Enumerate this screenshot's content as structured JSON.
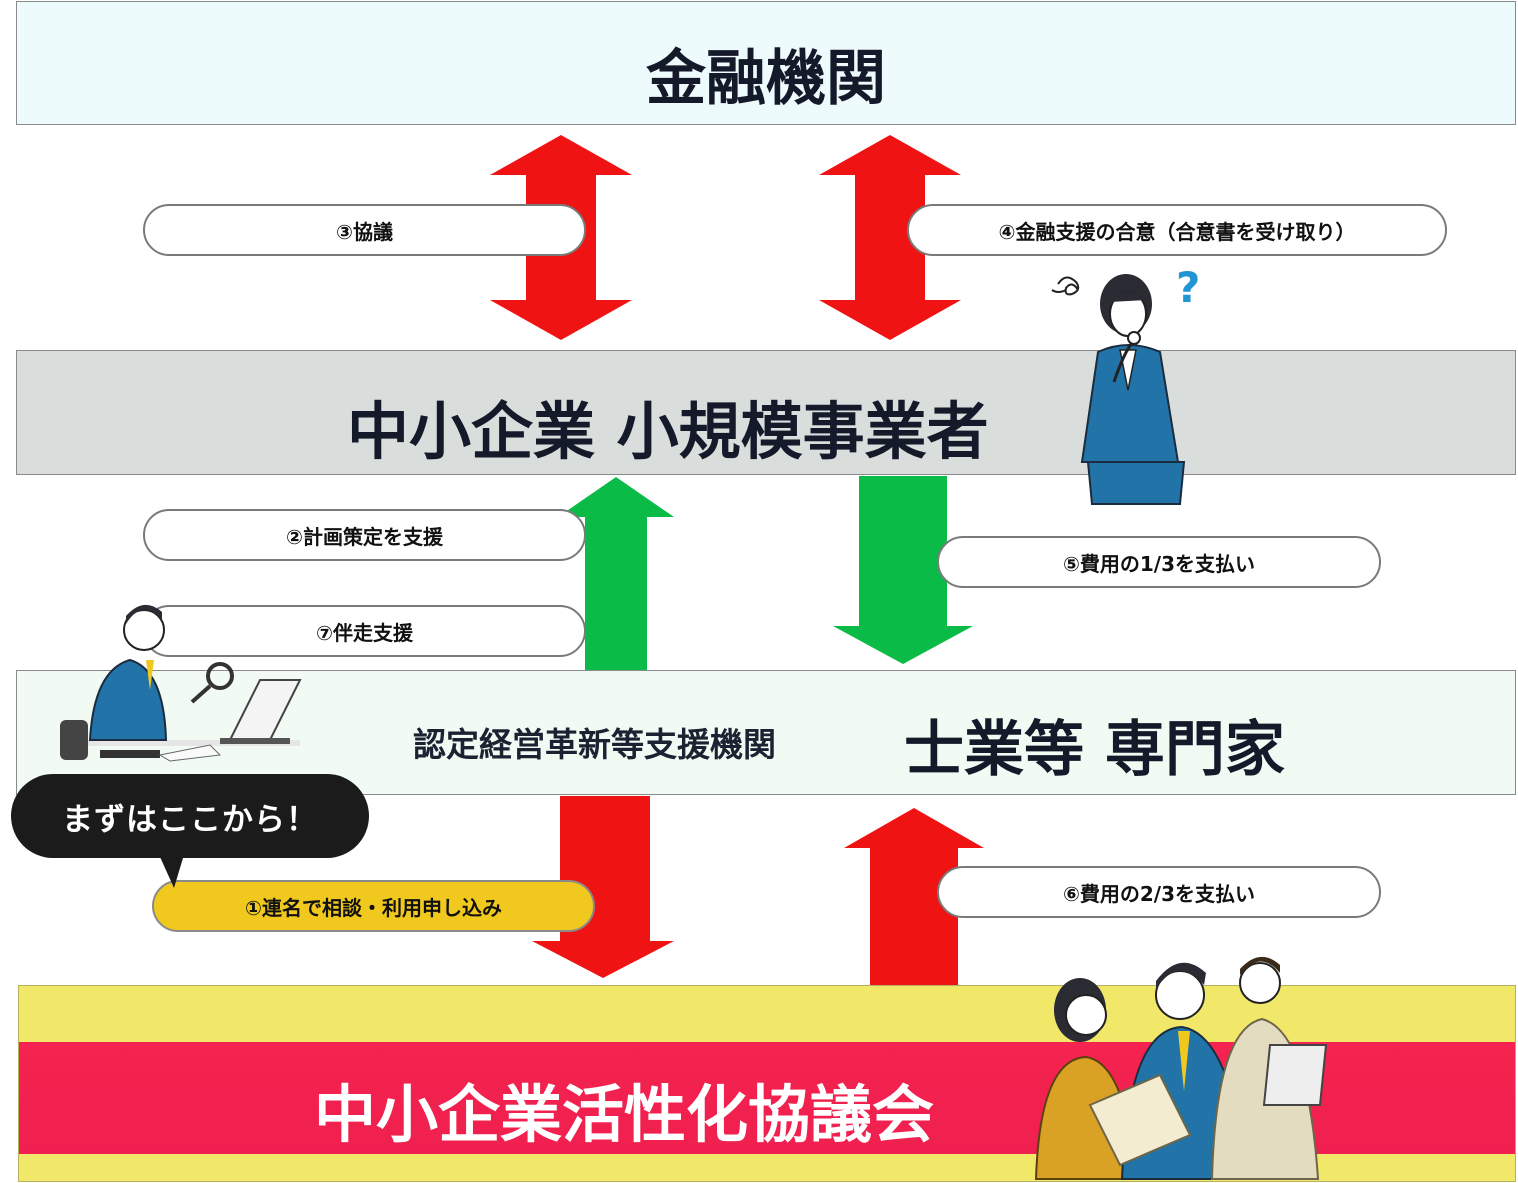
{
  "financial_institution": {
    "title": "金融機関"
  },
  "sme": {
    "title": "中小企業 小規模事業者"
  },
  "support_org": {
    "subtitle": "認定経営革新等支援機関",
    "title": "士業等 専門家"
  },
  "council": {
    "title": "中小企業活性化協議会"
  },
  "callout": {
    "text": "まずはここから！"
  },
  "steps": {
    "s1": "①連名で相談・利用申し込み",
    "s2": "②計画策定を支援",
    "s3": "③協議",
    "s4": "④金融支援の合意（合意書を受け取り）",
    "s5": "⑤費用の1/3を支払い",
    "s6": "⑥費用の2/3を支払い",
    "s7": "⑦伴走支援"
  },
  "colors": {
    "red_arrow": "#ef1313",
    "green_arrow": "#0bbb48",
    "council_band": "#f4234f",
    "council_stripe": "#f1e86a",
    "callout": "#1b1b1b",
    "highlight_pill": "#f0c81e"
  },
  "icons": [
    "thinking-woman-icon",
    "question-mark-icon",
    "consultant-magnifier-icon",
    "team-discussion-icon"
  ]
}
